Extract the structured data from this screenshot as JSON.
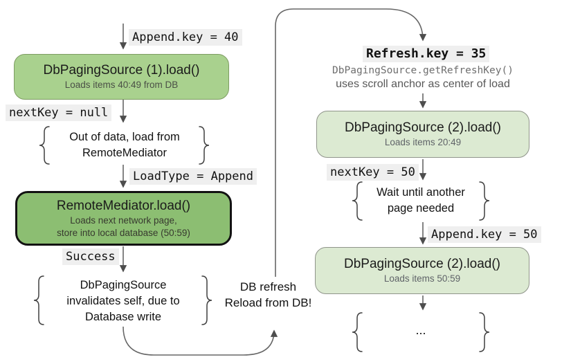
{
  "left": {
    "append_key": "Append.key = 40",
    "box1": {
      "title": "DbPagingSource (1).load()",
      "subtitle": "Loads items 40:49 from DB"
    },
    "next_key": "nextKey = null",
    "note_out_of_data": {
      "line1": "Out of data, load from",
      "line2": "RemoteMediator"
    },
    "load_type": "LoadType = Append",
    "mediator_box": {
      "title": "RemoteMediator.load()",
      "subtitle1": "Loads next network page,",
      "subtitle2": "store into local database (50:59)"
    },
    "success": "Success",
    "note_invalidate": {
      "line1": "DbPagingSource",
      "line2": "invalidates self, due to",
      "line3": "Database write"
    }
  },
  "middle": {
    "line1": "DB refresh",
    "line2": "Reload from DB!"
  },
  "right": {
    "refresh_key": "Refresh.key = 35",
    "refresh_note1": "DbPagingSource.getRefreshKey()",
    "refresh_note2": "uses scroll anchor as center of load",
    "box1": {
      "title": "DbPagingSource (2).load()",
      "subtitle": "Loads items 20:49"
    },
    "next_key": "nextKey = 50",
    "note_wait": {
      "line1": "Wait until another",
      "line2": "page needed"
    },
    "append_key": "Append.key = 50",
    "box2": {
      "title": "DbPagingSource (2).load()",
      "subtitle": "Loads items 50:59"
    },
    "note_ellipsis": "..."
  },
  "colors": {
    "box_green_medium": "#a9d18e",
    "box_green_dark": "#8cbe72",
    "box_green_light": "#dcead2",
    "label_bg": "#efefef",
    "line": "#666666"
  }
}
